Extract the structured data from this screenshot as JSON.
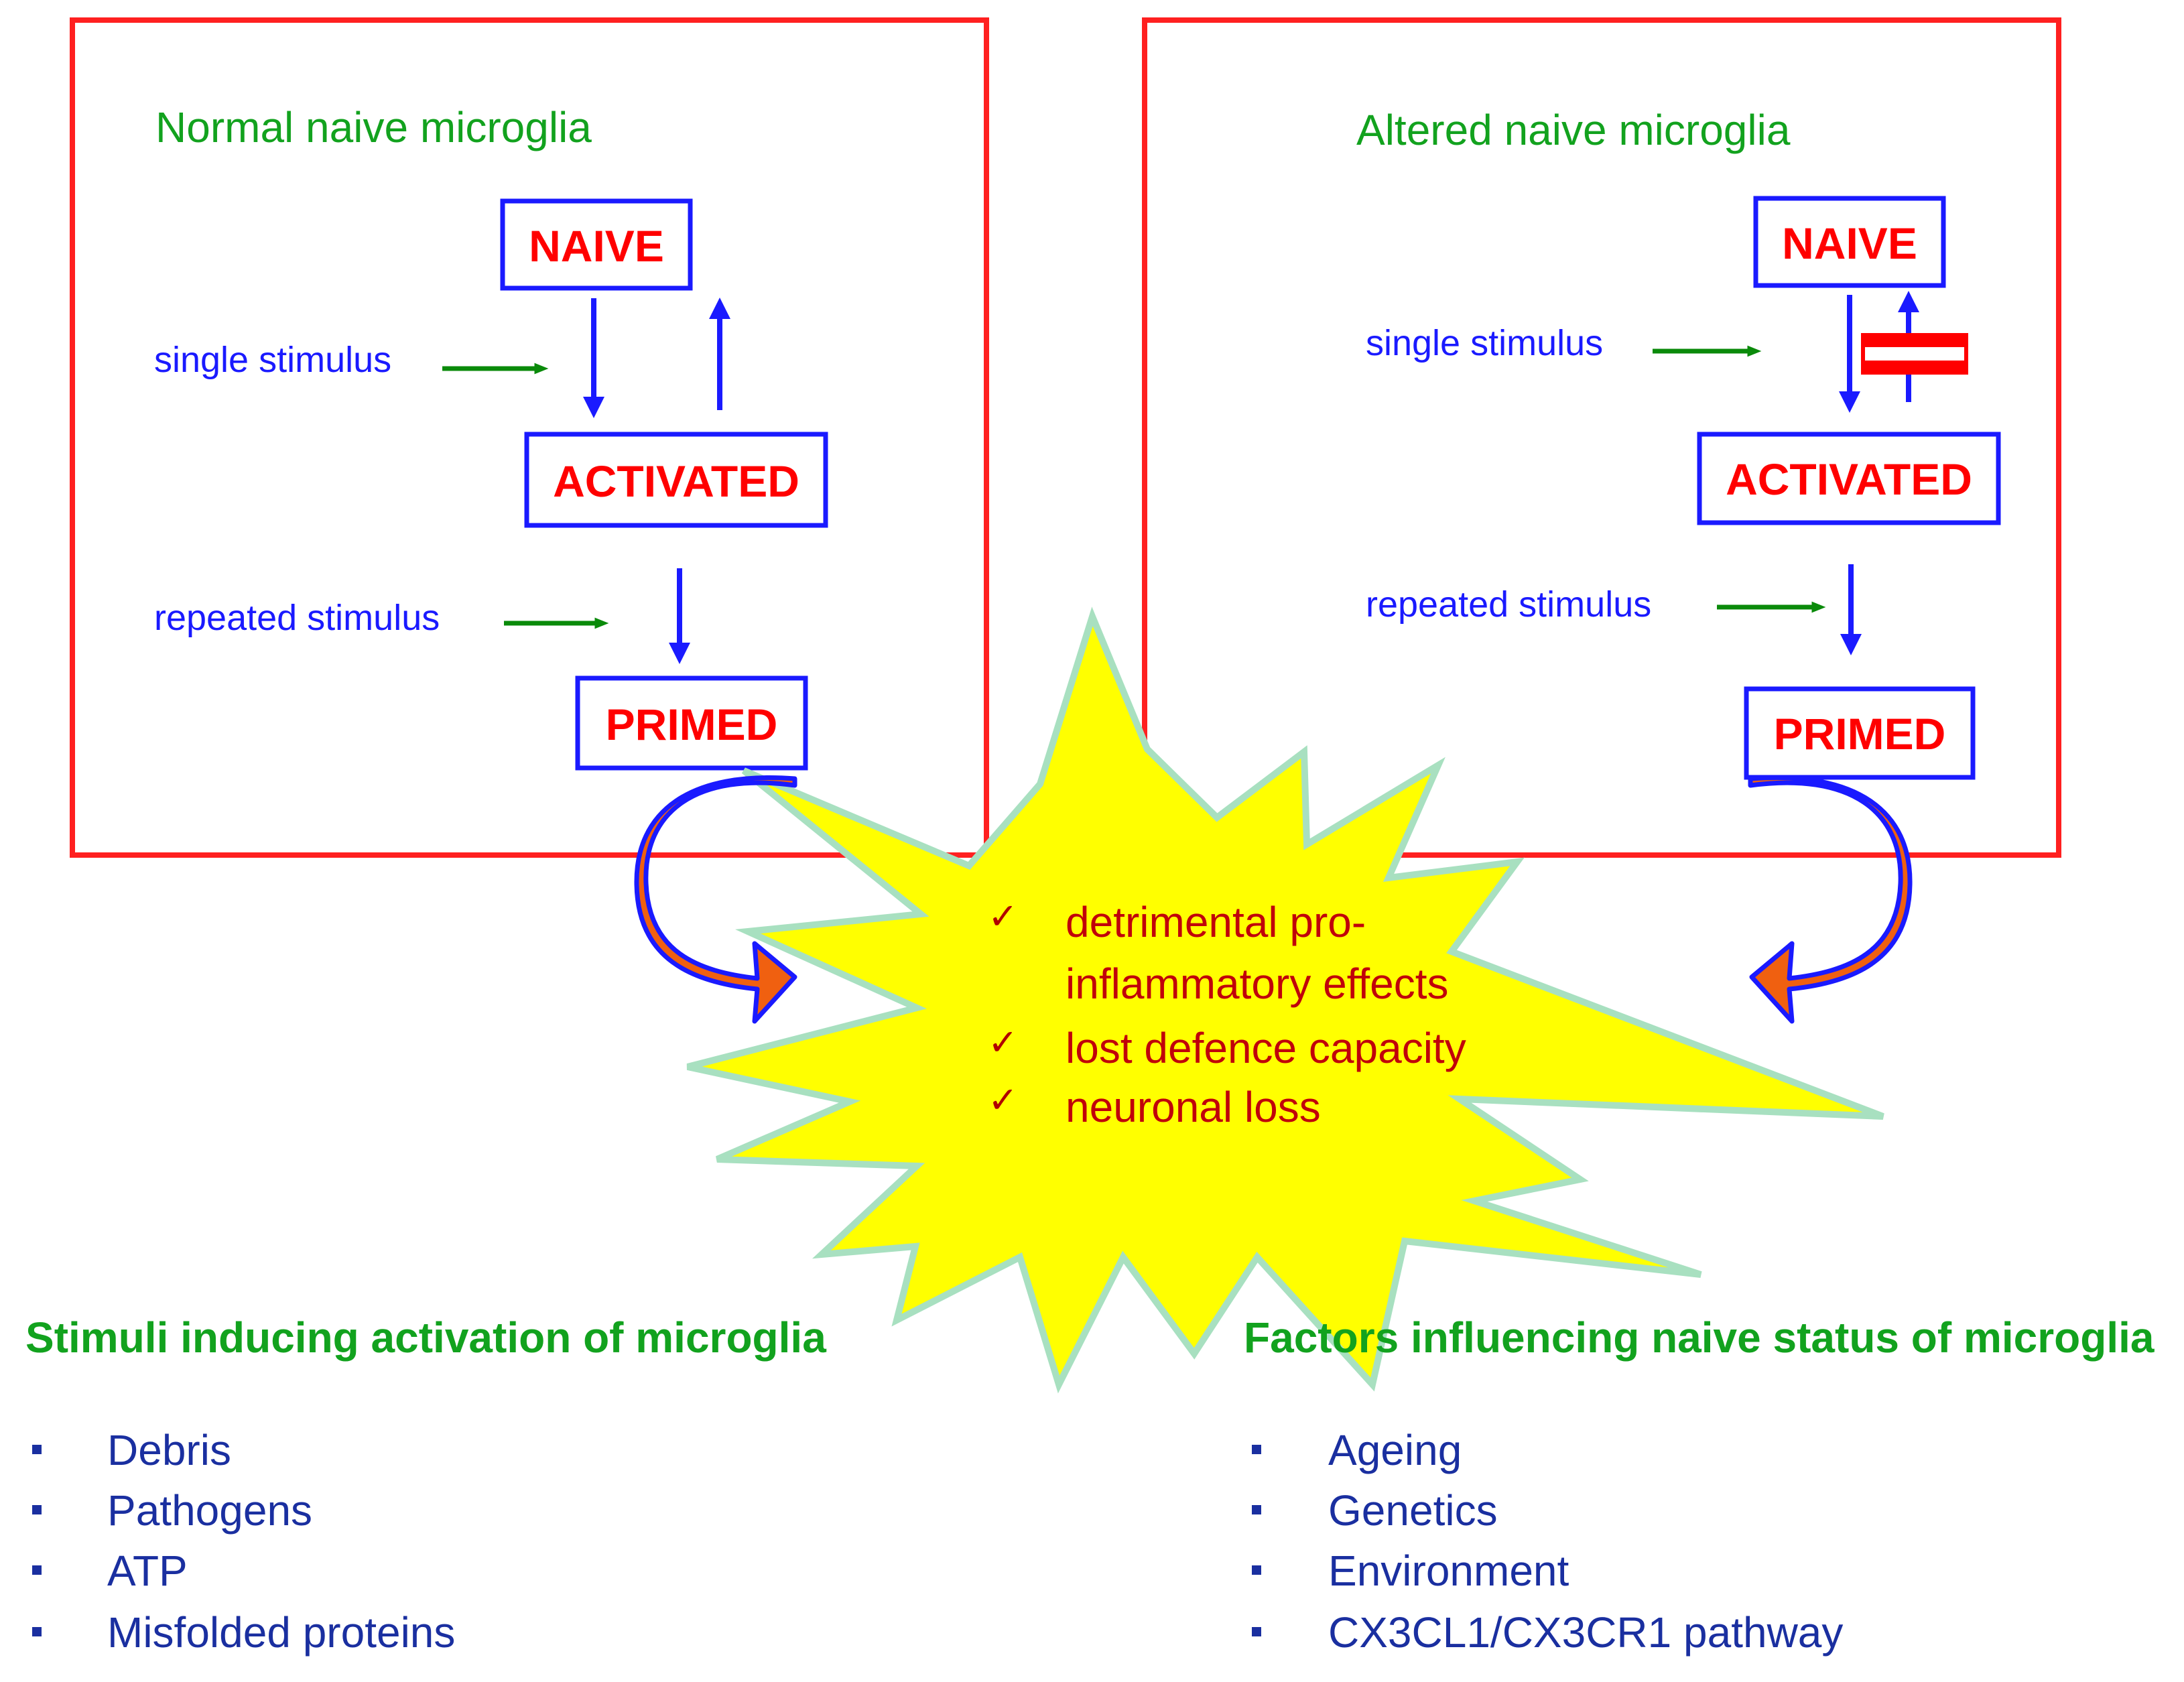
{
  "colors": {
    "panel_border": "#ff2020",
    "state_box_border": "#1a1aff",
    "state_text": "#ff0000",
    "title_green": "#12a21e",
    "stimulus_blue": "#1a1aff",
    "arrow_blue": "#1a1aff",
    "stimulus_arrow_green": "#0a8a0a",
    "starburst_fill": "#ffff00",
    "starburst_edge": "#a8e0c0",
    "effect_text": "#c0000a",
    "curved_arrow_fill": "#f06010",
    "curved_arrow_edge": "#1a1aff",
    "list_text": "#1a2fa0",
    "bullet": "#1a2fa0",
    "block_marker": "#ff0000"
  },
  "left_panel": {
    "title": "Normal naive microglia",
    "states": {
      "naive": "NAIVE",
      "activated": "ACTIVATED",
      "primed": "PRIMED"
    },
    "stimuli": {
      "single": "single stimulus",
      "repeated": "repeated stimulus"
    }
  },
  "right_panel": {
    "title": "Altered naive microglia",
    "states": {
      "naive": "NAIVE",
      "activated": "ACTIVATED",
      "primed": "PRIMED"
    },
    "stimuli": {
      "single": "single stimulus",
      "repeated": "repeated stimulus"
    }
  },
  "effects": {
    "items": [
      {
        "line1": "detrimental pro-",
        "line2": "inflammatory effects"
      },
      {
        "line1": "lost defence capacity"
      },
      {
        "line1": "neuronal loss"
      }
    ]
  },
  "stimuli_section": {
    "heading": "Stimuli inducing activation of microglia",
    "items": [
      "Debris",
      "Pathogens",
      "ATP",
      "Misfolded proteins"
    ]
  },
  "factors_section": {
    "heading": "Factors influencing naive status of microglia",
    "items": [
      "Ageing",
      "Genetics",
      "Environment",
      "CX3CL1/CX3CR1 pathway"
    ]
  }
}
